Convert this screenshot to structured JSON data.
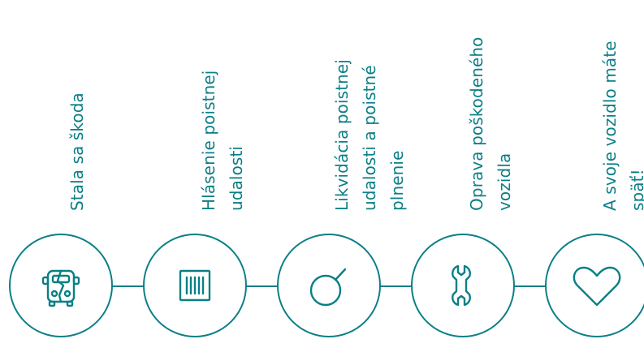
{
  "accent_color": "#0b7f86",
  "steps": [
    {
      "label": "Stala sa škoda",
      "icon": "damaged-car-icon"
    },
    {
      "label": "Hlásenie poistnej udalosti",
      "icon": "claim-form-icon"
    },
    {
      "label": "Likvidácia poistnej udalosti a poistné plnenie",
      "icon": "magnifier-icon"
    },
    {
      "label": "Oprava poškodeného vozidla",
      "icon": "wrench-icon"
    },
    {
      "label": "A svoje vozidlo máte späť!",
      "icon": "heart-icon"
    }
  ]
}
